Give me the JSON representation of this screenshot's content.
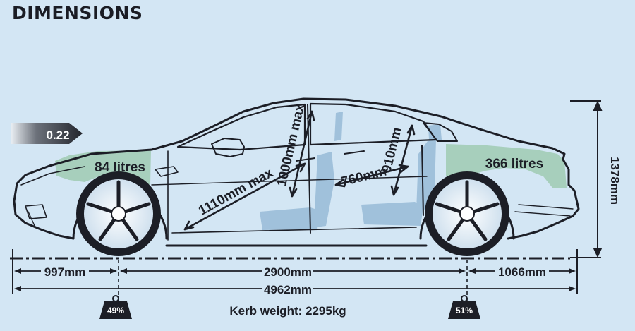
{
  "title": "DIMENSIONS",
  "drag_coefficient": "0.22",
  "front_boot": "84 litres",
  "rear_boot": "366 litres",
  "headroom_front": "1000mm max",
  "legroom_front": "1110mm max",
  "legroom_rear": "760mm",
  "headroom_rear": "910mm",
  "height": "1378mm",
  "front_overhang": "997mm",
  "wheelbase": "2900mm",
  "rear_overhang": "1066mm",
  "length": "4962mm",
  "kerb_weight": "Kerb weight: 2295kg",
  "front_weight": "49%",
  "rear_weight": "51%",
  "colors": {
    "background": "#d3e6f4",
    "ink": "#1c1e26",
    "cargo": "#9fcab2",
    "seat": "#9bbdd9"
  }
}
